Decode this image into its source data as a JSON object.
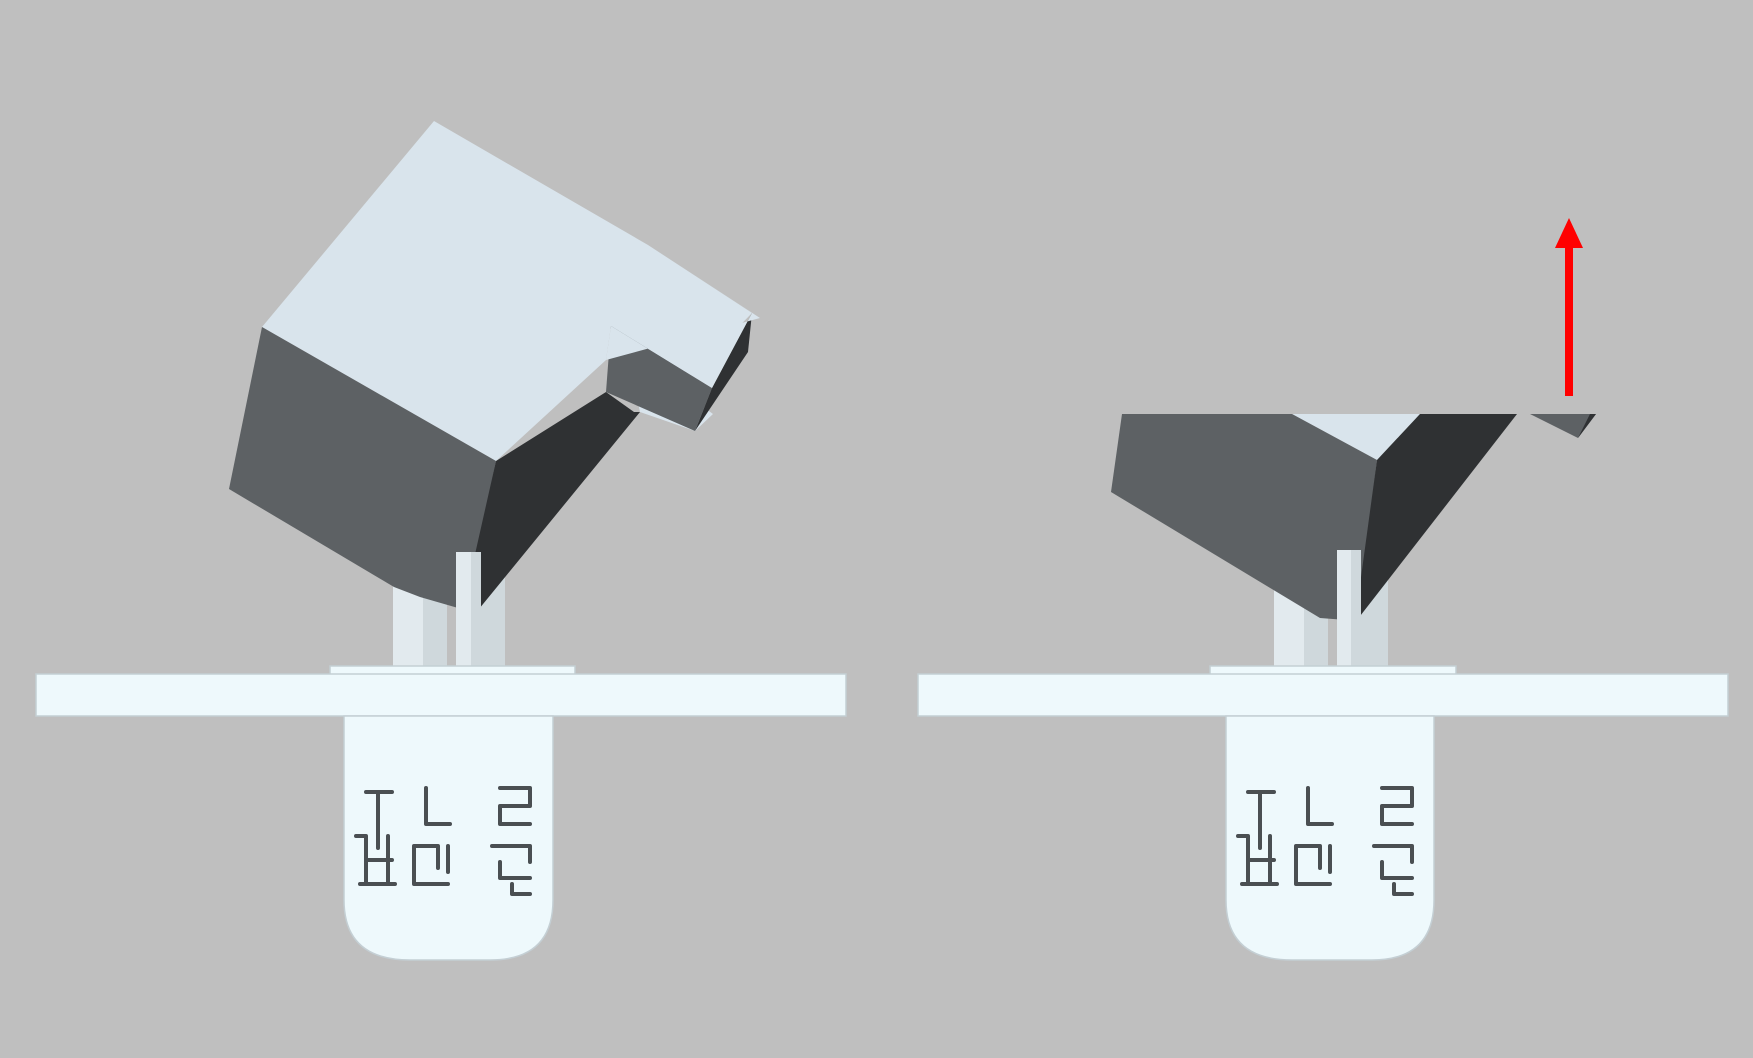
{
  "background": "#bfbfbf",
  "colors": {
    "top_face": "#d9e4ec",
    "front_face": "#5d6164",
    "side_face": "#2f3133",
    "stand": "#eef9fc",
    "stand_edge": "#9aa5aa",
    "support_light": "#e2eaee",
    "arrow": "#ff0000"
  },
  "panels": [
    {
      "name": "left-panel",
      "state": "tilted-block",
      "tag_glyphs": "decorative-embossed-glyphs"
    },
    {
      "name": "right-panel",
      "state": "cut-block-with-offcut",
      "tag_glyphs": "decorative-embossed-glyphs",
      "arrow": {
        "direction": "up",
        "icon": "red-up-arrow-icon"
      }
    }
  ]
}
